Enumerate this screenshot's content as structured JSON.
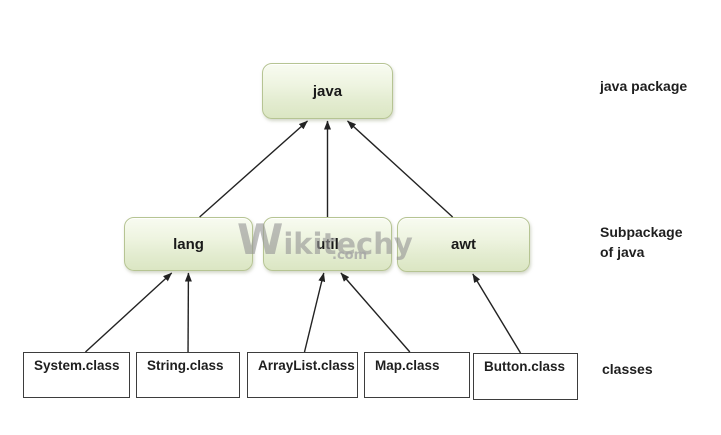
{
  "nodes": {
    "java": {
      "label": "java"
    },
    "lang": {
      "label": "lang"
    },
    "util": {
      "label": "util"
    },
    "awt": {
      "label": "awt"
    },
    "system": {
      "label": "System.class"
    },
    "string": {
      "label": "String.class"
    },
    "arraylist": {
      "label": "ArrayList.class"
    },
    "map": {
      "label": "Map.class"
    },
    "button": {
      "label": "Button.class"
    }
  },
  "edges": [
    {
      "from": "lang",
      "to": "java"
    },
    {
      "from": "util",
      "to": "java"
    },
    {
      "from": "awt",
      "to": "java"
    },
    {
      "from": "system",
      "to": "lang"
    },
    {
      "from": "string",
      "to": "lang"
    },
    {
      "from": "arraylist",
      "to": "util"
    },
    {
      "from": "map",
      "to": "util"
    },
    {
      "from": "button",
      "to": "awt"
    }
  ],
  "annotations": {
    "level_package": "java package",
    "level_subpackage_line1": "Subpackage",
    "level_subpackage_line2": "of java",
    "level_classes": "classes"
  },
  "watermark": {
    "brand": "Wikitechy",
    "suffix": ".com"
  },
  "colors": {
    "package_fill_top": "#f8fbf1",
    "package_fill_bottom": "#dbe6c3",
    "package_border": "#b6c493",
    "class_border": "#3d3d3d",
    "arrow": "#222222",
    "text": "#1a1a1a",
    "watermark": "#969696"
  }
}
